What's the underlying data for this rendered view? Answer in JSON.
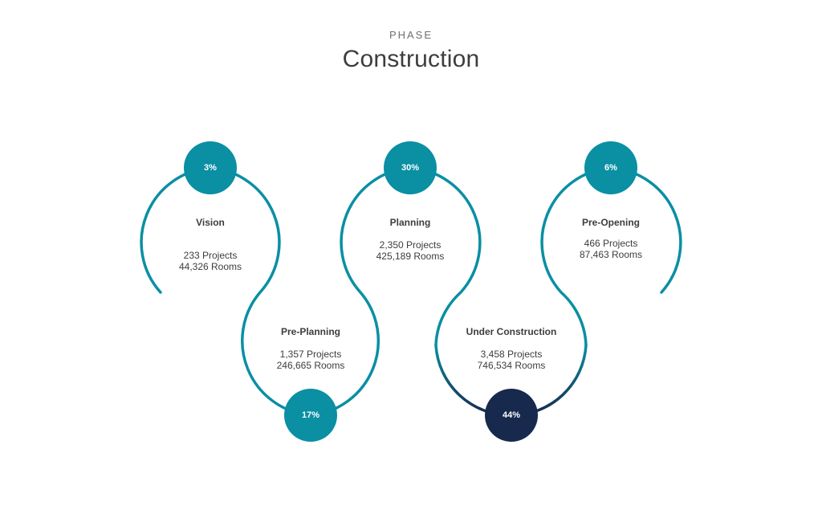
{
  "header": {
    "eyebrow": "PHASE",
    "title": "Construction"
  },
  "colors": {
    "teal": "#0a8fa3",
    "navy": "#17294d",
    "text": "#3d3d3d"
  },
  "stages": [
    {
      "name": "Vision",
      "percent": "3%",
      "projects": "233 Projects",
      "rooms": "44,326 Rooms"
    },
    {
      "name": "Pre-Planning",
      "percent": "17%",
      "projects": "1,357 Projects",
      "rooms": "246,665 Rooms"
    },
    {
      "name": "Planning",
      "percent": "30%",
      "projects": "2,350 Projects",
      "rooms": "425,189 Rooms"
    },
    {
      "name": "Under Construction",
      "percent": "44%",
      "projects": "3,458 Projects",
      "rooms": "746,534 Rooms"
    },
    {
      "name": "Pre-Opening",
      "percent": "6%",
      "projects": "466 Projects",
      "rooms": "87,463 Rooms"
    }
  ]
}
